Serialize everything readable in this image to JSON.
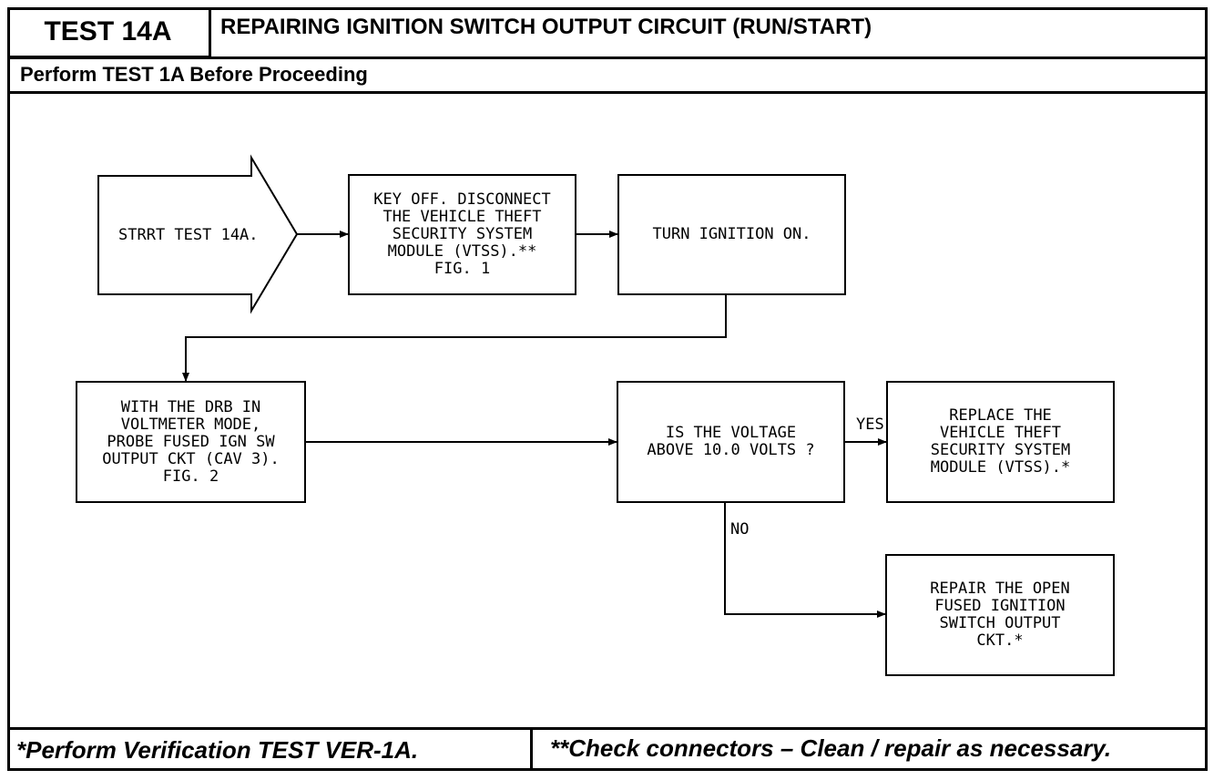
{
  "header": {
    "test_id": "TEST 14A",
    "title": "REPAIRING IGNITION SWITCH OUTPUT CIRCUIT (RUN/START)"
  },
  "subheader": "Perform TEST 1A Before Proceeding",
  "flow": {
    "start": "STRRT TEST 14A.",
    "step1": "KEY OFF. DISCONNECT\nTHE VEHICLE THEFT\nSECURITY SYSTEM\nMODULE (VTSS).**\nFIG. 1",
    "step2": "TURN IGNITION ON.",
    "step3": "WITH THE DRB IN\nVOLTMETER MODE,\nPROBE FUSED IGN SW\nOUTPUT CKT (CAV 3).\nFIG. 2",
    "decision": "IS THE VOLTAGE\nABOVE 10.0 VOLTS ?",
    "yes_label": "YES",
    "no_label": "NO",
    "yes_action": "REPLACE THE\nVEHICLE THEFT\nSECURITY SYSTEM\nMODULE (VTSS).*",
    "no_action": "REPAIR THE OPEN\nFUSED IGNITION\nSWITCH OUTPUT\nCKT.*"
  },
  "footer": {
    "left": "*Perform Verification TEST VER-1A.",
    "right": "**Check connectors – Clean / repair as necessary."
  }
}
